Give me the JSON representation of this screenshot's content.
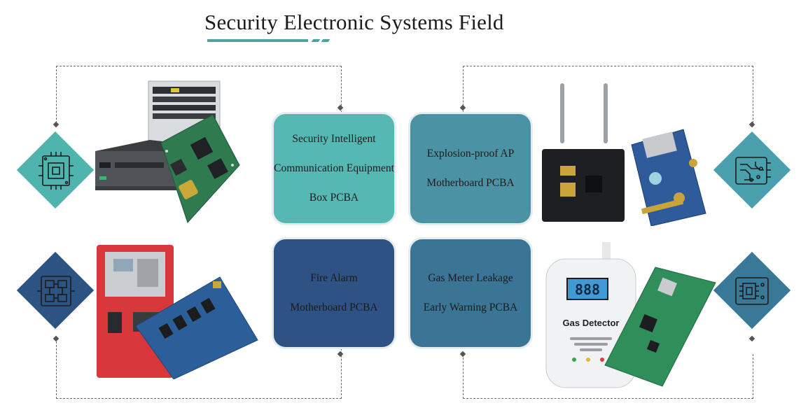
{
  "title": "Security Electronic Systems Field",
  "cards": [
    {
      "lines": [
        "Security Intelligent",
        "Communication Equipment",
        "Box PCBA"
      ],
      "color": "#55b8b3"
    },
    {
      "lines": [
        "Explosion-proof AP",
        "Motherboard PCBA"
      ],
      "color": "#4b93a4"
    },
    {
      "lines": [
        "Fire Alarm",
        "Motherboard PCBA"
      ],
      "color": "#2e5283"
    },
    {
      "lines": [
        "Gas Meter Leakage",
        "Early Warning PCBA"
      ],
      "color": "#3a7595"
    }
  ],
  "icons": [
    {
      "name": "chip-icon",
      "color": "#4fb3ae"
    },
    {
      "name": "circuit-icon",
      "color": "#4aa1ad"
    },
    {
      "name": "board-icon",
      "color": "#2d5383"
    },
    {
      "name": "microchip-icon",
      "color": "#3a7898"
    }
  ],
  "gas_detector": {
    "display": "888",
    "label": "Gas Detector"
  }
}
